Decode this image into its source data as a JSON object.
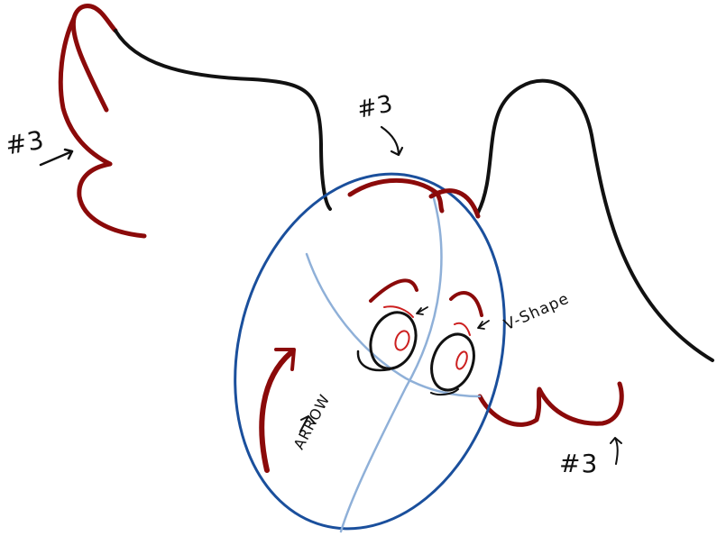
{
  "drawing": {
    "subject": "cartoon head with wings (drawing tutorial step)",
    "colors": {
      "background": "#ffffff",
      "guide_lines": "#1a4f9c",
      "light_guides": "#8fb0d8",
      "new_strokes": "#8b0a0a",
      "ink": "#111111",
      "pupil": "#cc1f1f"
    }
  },
  "annotations": {
    "left_wing_label": "#3",
    "top_head_label": "#3",
    "right_wing_label": "#3",
    "eye_note": "V-Shape",
    "arrow_note": "ARROW"
  }
}
